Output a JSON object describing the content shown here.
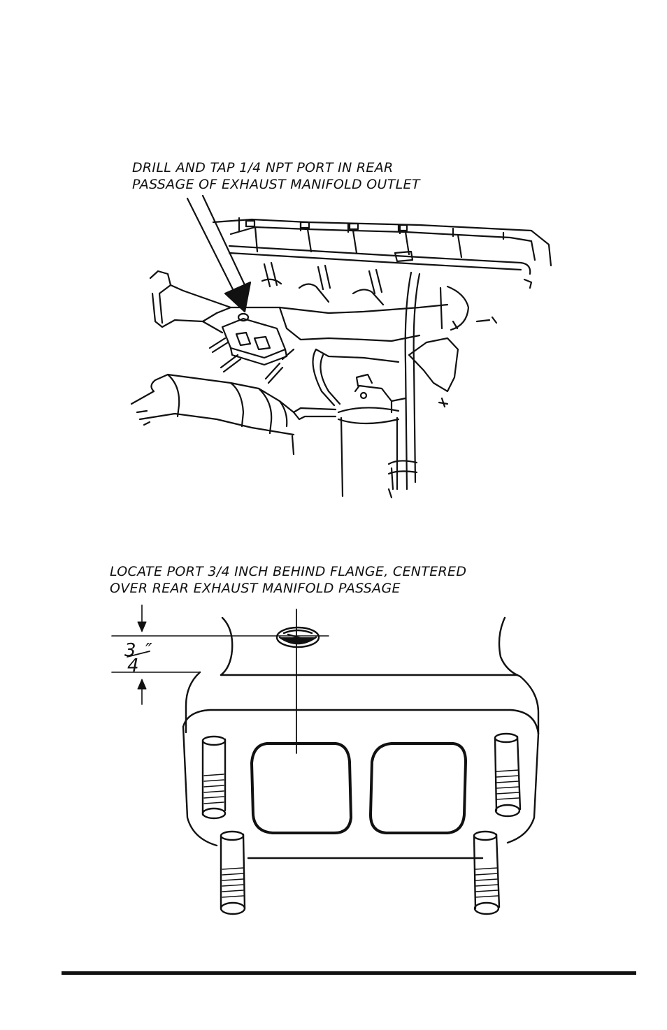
{
  "figure_top": {
    "caption_line1": "DRILL AND TAP 1/4 NPT  PORT IN REAR",
    "caption_line2": "PASSAGE OF EXHAUST MANIFOLD OUTLET"
  },
  "figure_bottom": {
    "caption_line1": "LOCATE PORT 3/4 INCH BEHIND FLANGE, CENTERED",
    "caption_line2": "OVER REAR EXHAUST MANIFOLD PASSAGE",
    "dimension_numerator": "3",
    "dimension_denominator": "4",
    "dimension_unit": "″"
  }
}
